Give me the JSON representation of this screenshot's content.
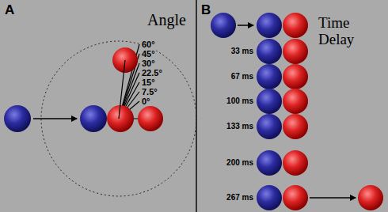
{
  "diagram": {
    "labels": [
      "A",
      "Angle",
      "60°",
      "45°",
      "30°",
      "22.5°",
      "15°",
      "7.5°",
      "0°",
      "B",
      "Time Delay",
      "33 ms",
      "67 ms",
      "100 ms",
      "133 ms",
      "200 ms",
      "267 ms"
    ]
  }
}
